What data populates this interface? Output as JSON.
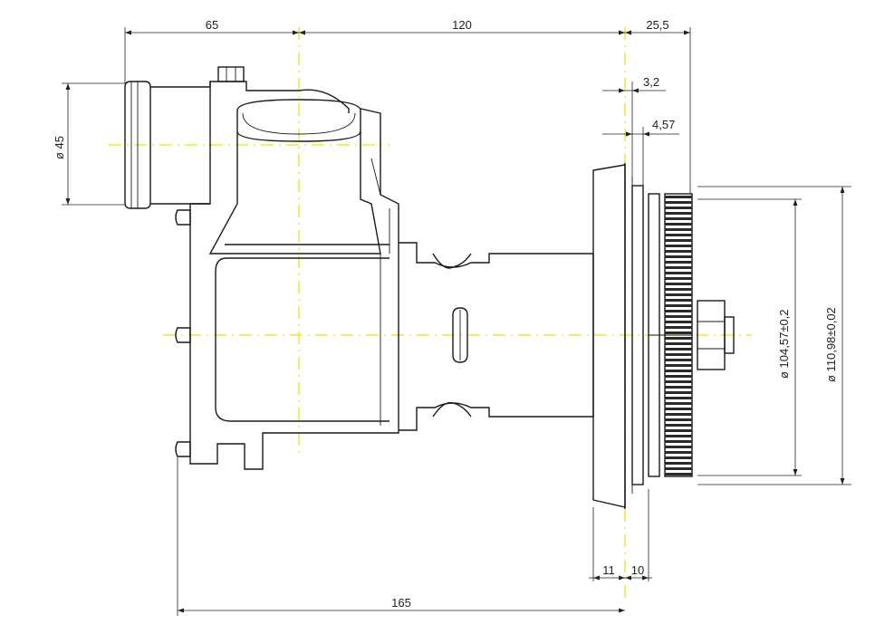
{
  "drawing": {
    "dimensions": {
      "top_left": "65",
      "top_middle": "120",
      "top_right": "25,5",
      "flange_gap": "3,2",
      "flange_offset": "4,57",
      "inlet_diameter": "ø 45",
      "gear_inner_diameter": "ø 104,57±0,2",
      "gear_outer_diameter": "ø 110,98±0,02",
      "bottom_left": "11",
      "bottom_right": "10",
      "overall_length": "165"
    }
  }
}
